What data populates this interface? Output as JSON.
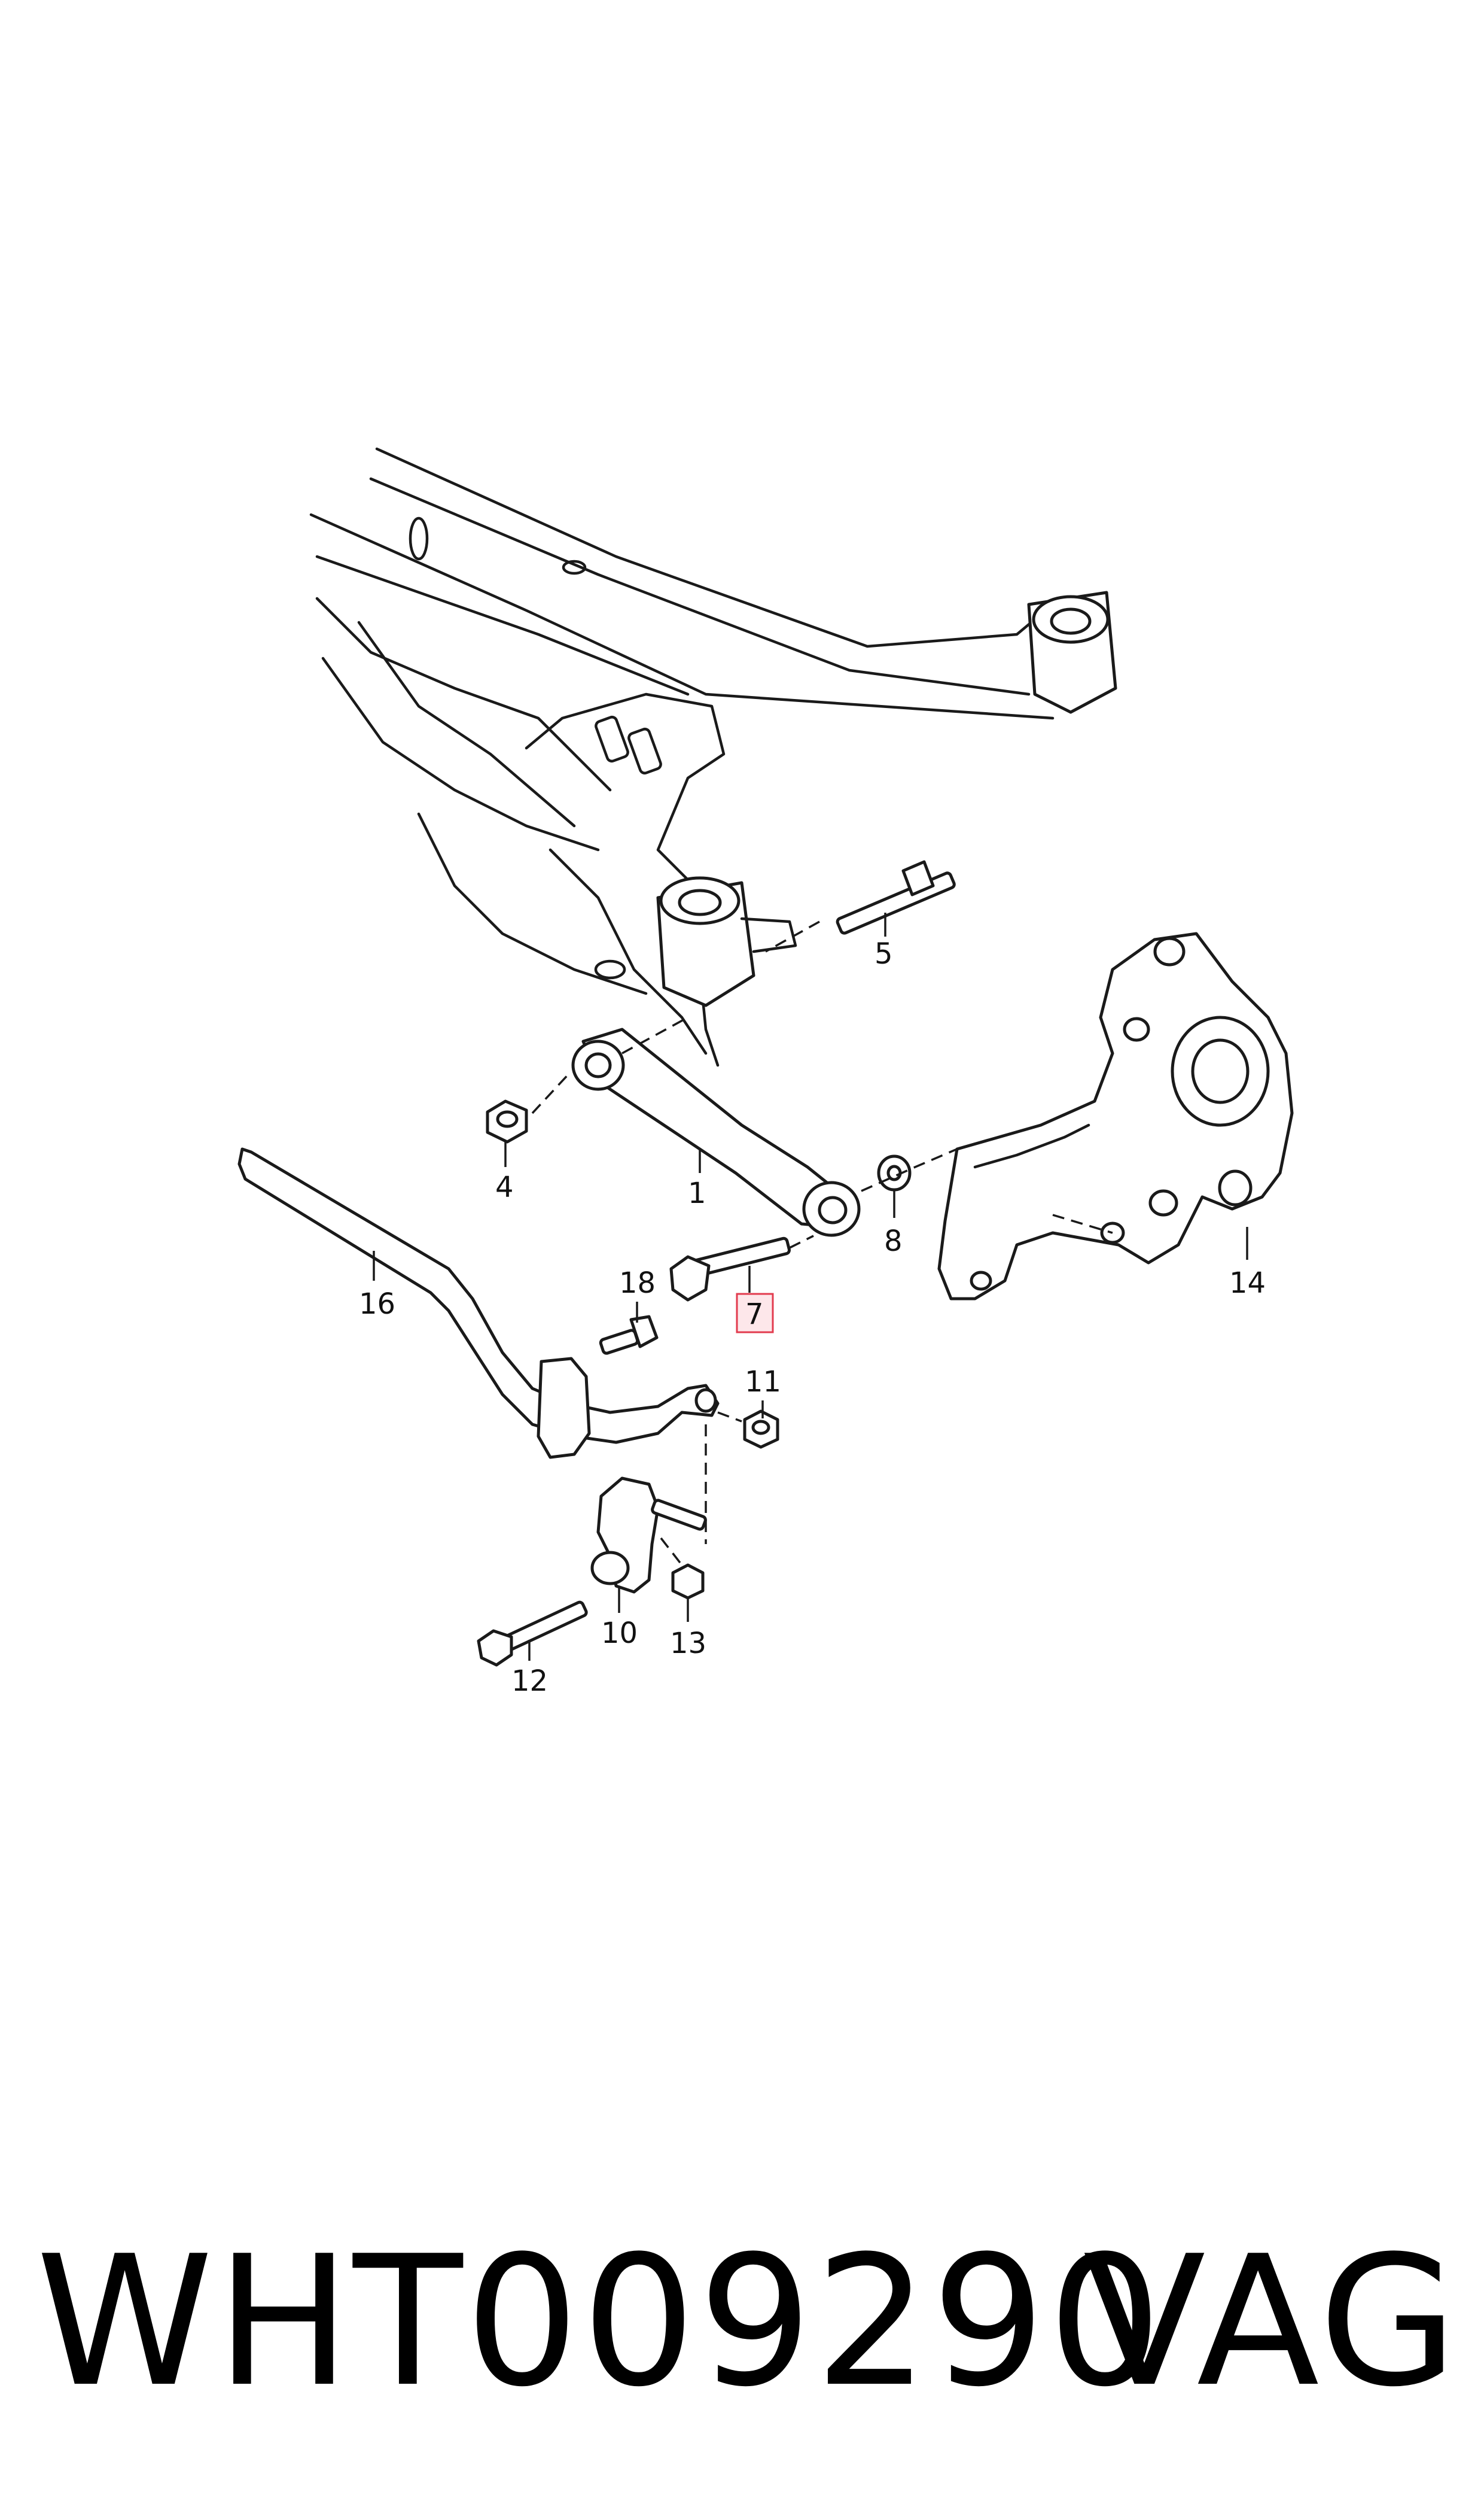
{
  "diagram": {
    "callouts": [
      {
        "id": "1",
        "text": "1"
      },
      {
        "id": "4",
        "text": "4"
      },
      {
        "id": "5",
        "text": "5"
      },
      {
        "id": "7",
        "text": "7",
        "highlighted": true
      },
      {
        "id": "8",
        "text": "8"
      },
      {
        "id": "10",
        "text": "10"
      },
      {
        "id": "11",
        "text": "11"
      },
      {
        "id": "12",
        "text": "12"
      },
      {
        "id": "13",
        "text": "13"
      },
      {
        "id": "14",
        "text": "14"
      },
      {
        "id": "16",
        "text": "16"
      },
      {
        "id": "18",
        "text": "18"
      }
    ],
    "highlight_color": "#e23b4e"
  },
  "footer": {
    "part_number": "WHT009290",
    "brand": "VAG"
  }
}
